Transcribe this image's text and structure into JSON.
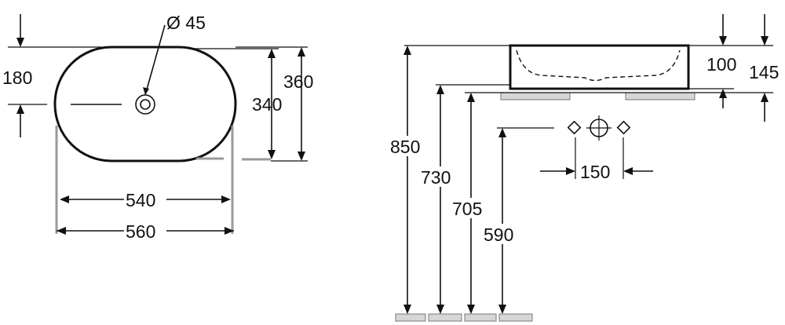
{
  "plan_view": {
    "drain_diameter": "Ø 45",
    "half_depth": "180",
    "inner_depth": "340",
    "outer_depth": "360",
    "inner_width": "540",
    "outer_width": "560"
  },
  "side_view": {
    "bowl_height": "100",
    "total_height": "145",
    "rim_height_1": "850",
    "rim_height_2": "730",
    "rim_height_3": "705",
    "rim_height_4": "590",
    "tap_spacing": "150"
  }
}
